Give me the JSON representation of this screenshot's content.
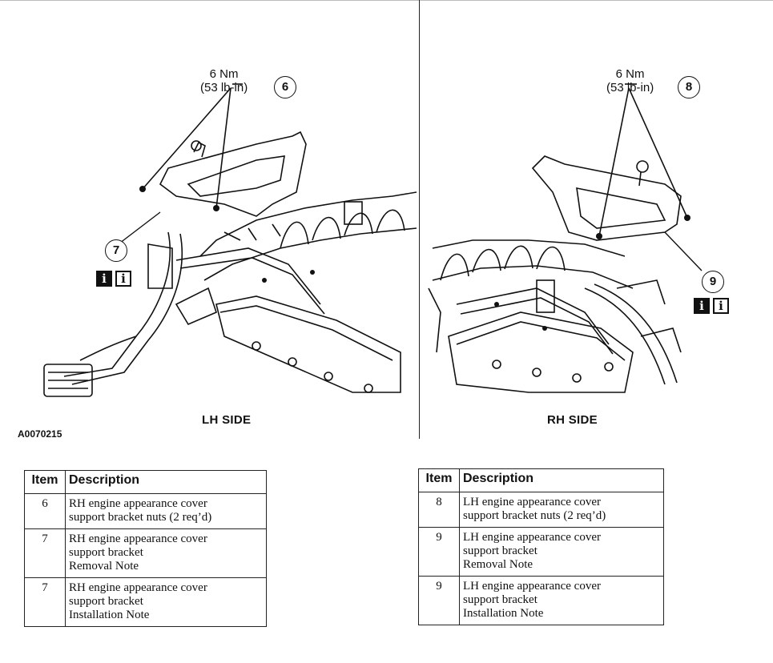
{
  "figure": {
    "id": "A0070215",
    "lh_label": "LH SIDE",
    "rh_label": "RH SIDE",
    "lh_torque": {
      "nm": "6 Nm",
      "lbin": "(53 lb-in)"
    },
    "rh_torque": {
      "nm": "6 Nm",
      "lbin": "(53 lb-in)"
    },
    "callouts": {
      "c6": "6",
      "c7": "7",
      "c8": "8",
      "c9": "9"
    },
    "info_icon_glyph": "i"
  },
  "tables": {
    "lh": {
      "headers": {
        "item": "Item",
        "description": "Description"
      },
      "rows": [
        {
          "item": "6",
          "lines": [
            "RH engine appearance cover",
            "support bracket nuts (2 req’d)"
          ]
        },
        {
          "item": "7",
          "lines": [
            "RH engine appearance cover",
            "support bracket",
            "Removal Note"
          ]
        },
        {
          "item": "7",
          "lines": [
            "RH engine appearance cover",
            "support bracket",
            "Installation Note"
          ]
        }
      ]
    },
    "rh": {
      "headers": {
        "item": "Item",
        "description": "Description"
      },
      "rows": [
        {
          "item": "8",
          "lines": [
            "LH engine appearance cover",
            "support bracket nuts (2 req’d)"
          ]
        },
        {
          "item": "9",
          "lines": [
            "LH engine appearance cover",
            "support bracket",
            "Removal Note"
          ]
        },
        {
          "item": "9",
          "lines": [
            "LH engine appearance cover",
            "support bracket",
            "Installation Note"
          ]
        }
      ]
    }
  }
}
